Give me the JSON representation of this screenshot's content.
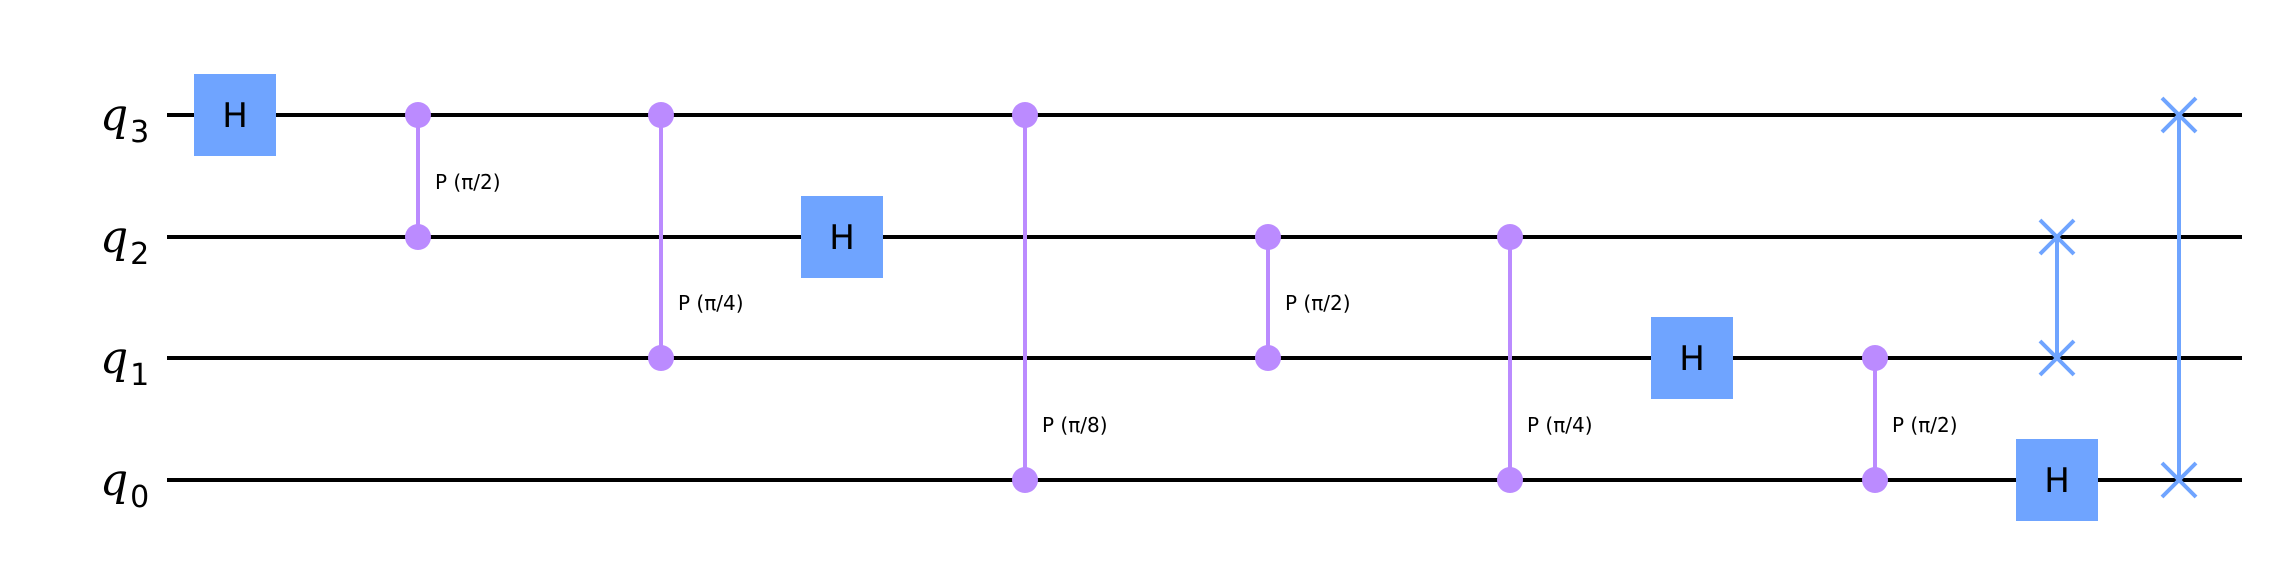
{
  "colors": {
    "wire": "#000000",
    "h_gate": "#6fa4ff",
    "cphase": "#bb8bff",
    "swap": "#6fa4ff",
    "background": "#ffffff"
  },
  "qubits": [
    {
      "name": "q",
      "index": "3"
    },
    {
      "name": "q",
      "index": "2"
    },
    {
      "name": "q",
      "index": "1"
    },
    {
      "name": "q",
      "index": "0"
    }
  ],
  "gates": [
    {
      "type": "H",
      "label": "H",
      "qubit": 3
    },
    {
      "type": "CP",
      "qubits": [
        3,
        2
      ],
      "label": "P (π/2)"
    },
    {
      "type": "CP",
      "qubits": [
        3,
        1
      ],
      "label": "P (π/4)"
    },
    {
      "type": "H",
      "label": "H",
      "qubit": 2
    },
    {
      "type": "CP",
      "qubits": [
        3,
        0
      ],
      "label": "P (π/8)"
    },
    {
      "type": "CP",
      "qubits": [
        2,
        1
      ],
      "label": "P (π/2)"
    },
    {
      "type": "CP",
      "qubits": [
        2,
        0
      ],
      "label": "P (π/4)"
    },
    {
      "type": "H",
      "label": "H",
      "qubit": 1
    },
    {
      "type": "CP",
      "qubits": [
        1,
        0
      ],
      "label": "P (π/2)"
    },
    {
      "type": "H",
      "label": "H",
      "qubit": 0
    },
    {
      "type": "SWAP",
      "qubits": [
        2,
        1
      ]
    },
    {
      "type": "SWAP",
      "qubits": [
        3,
        0
      ]
    }
  ]
}
